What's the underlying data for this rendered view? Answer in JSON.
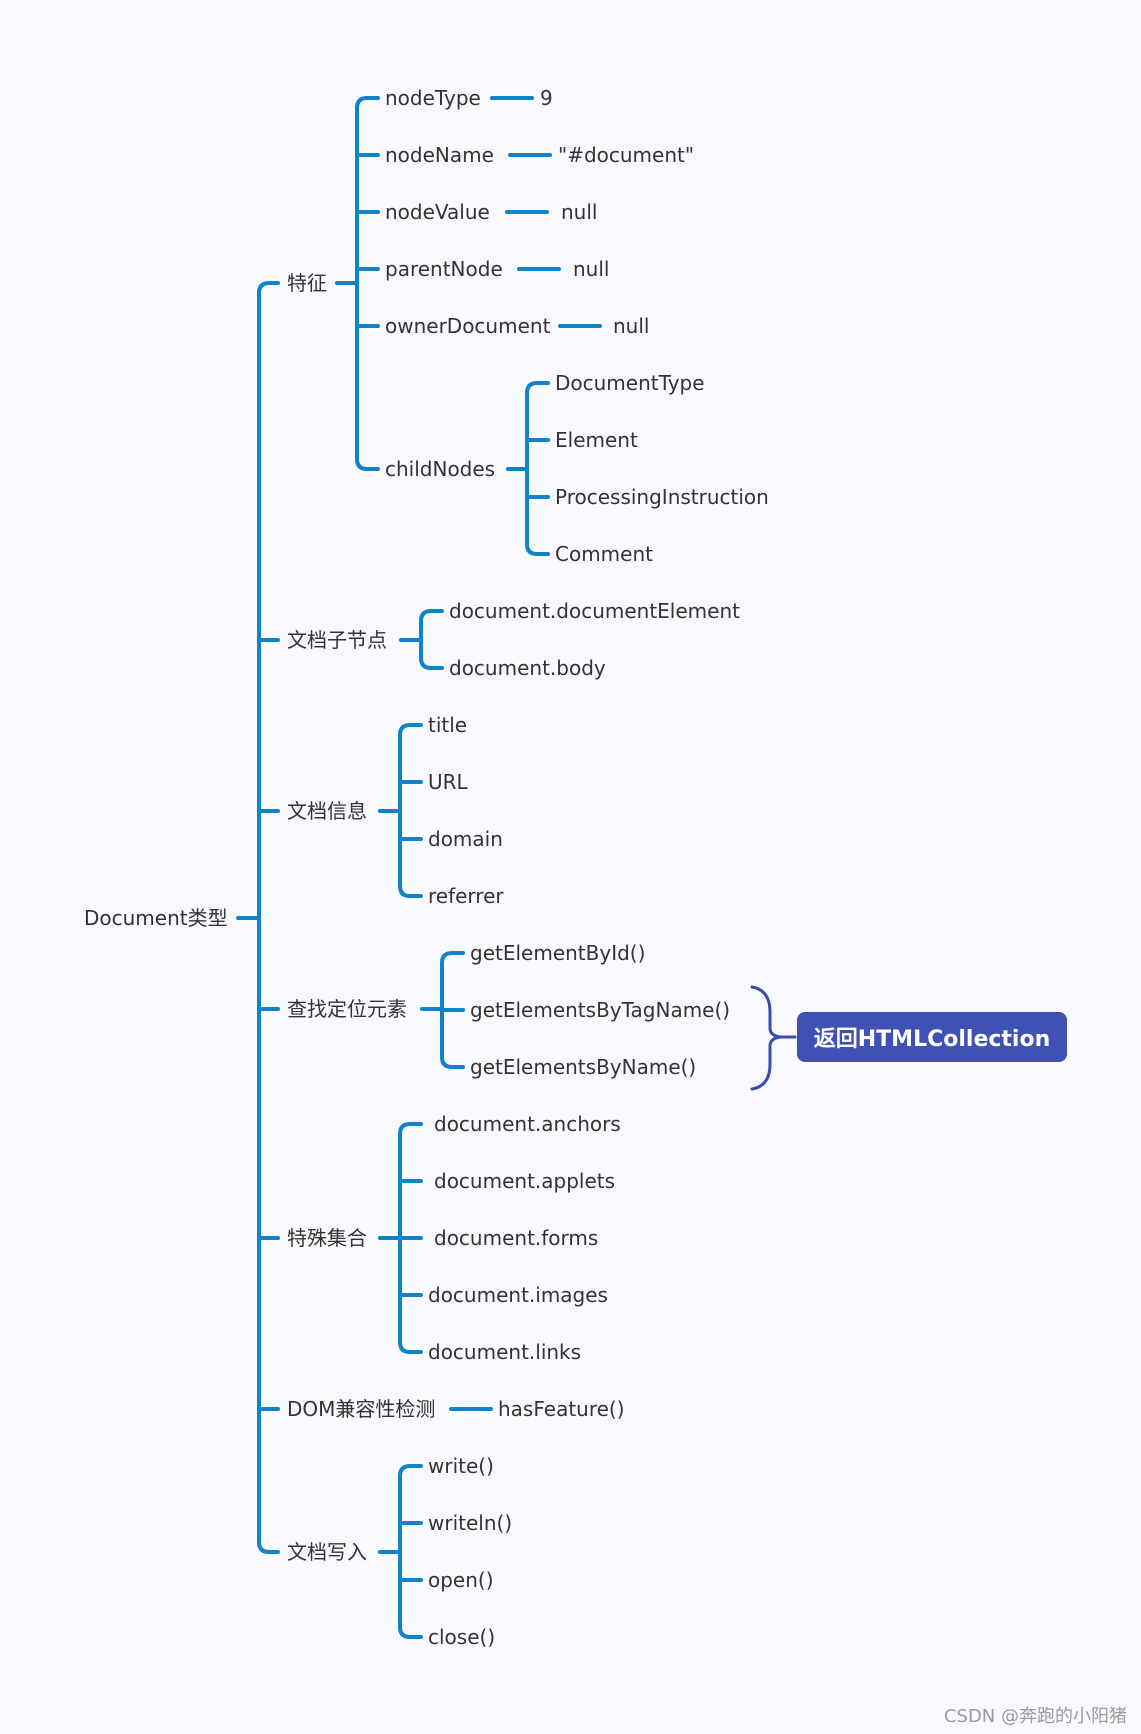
{
  "root": {
    "label": "Document类型"
  },
  "branches": [
    {
      "label": "特征",
      "children": [
        {
          "label": "nodeType",
          "value": "9"
        },
        {
          "label": "nodeName",
          "value": "\"#document\""
        },
        {
          "label": "nodeValue",
          "value": "null"
        },
        {
          "label": "parentNode",
          "value": "null"
        },
        {
          "label": "ownerDocument",
          "value": "null"
        },
        {
          "label": "childNodes",
          "items": [
            "DocumentType",
            "Element",
            "ProcessingInstruction",
            "Comment"
          ]
        }
      ]
    },
    {
      "label": "文档子节点",
      "items": [
        "document.documentElement",
        "document.body"
      ]
    },
    {
      "label": "文档信息",
      "items": [
        "title",
        "URL",
        "domain",
        "referrer"
      ]
    },
    {
      "label": "查找定位元素",
      "items": [
        "getElementById()",
        "getElementsByTagName()",
        "getElementsByName()"
      ]
    },
    {
      "label": "特殊集合",
      "items": [
        "document.anchors",
        "document.applets",
        "document.forms",
        "document.images",
        "document.links"
      ]
    },
    {
      "label": "DOM兼容性检测",
      "value": "hasFeature()"
    },
    {
      "label": "文档写入",
      "items": [
        "write()",
        "writeln()",
        "open()",
        "close()"
      ]
    }
  ],
  "callout": {
    "label": "返回HTMLCollection"
  },
  "watermark": "CSDN @奔跑的小阳猪",
  "colors": {
    "line": "#1082c9",
    "brace": "#3c4aae",
    "badge": "#4051b5",
    "text": "#333333"
  }
}
